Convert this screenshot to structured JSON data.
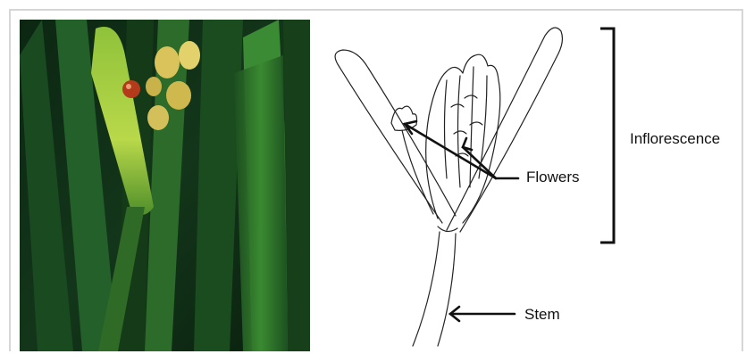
{
  "labels": {
    "inflorescence": "Inflorescence",
    "flowers": "Flowers",
    "stem": "Stem"
  },
  "colors": {
    "frame": "#d6d6d6",
    "line": "#222222",
    "leaf_dark": "#0f2e14",
    "leaf_mid": "#2f7a2a",
    "leaf_light": "#a9cf3b",
    "flower_bud": "#d9c35a",
    "flower_red": "#b43a1c"
  }
}
